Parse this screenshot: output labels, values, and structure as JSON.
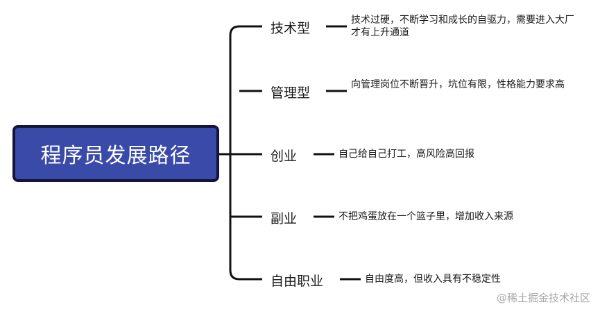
{
  "root": {
    "label": "程序员发展路径"
  },
  "branches": [
    {
      "label": "技术型",
      "note": "技术过硬，不断学习和成长的自驱力，需要进入大厂才有上升通道"
    },
    {
      "label": "管理型",
      "note": "向管理岗位不断晋升，坑位有限，性格能力要求高"
    },
    {
      "label": "创业",
      "note": "自己给自己打工，高风险高回报"
    },
    {
      "label": "副业",
      "note": "不把鸡蛋放在一个篮子里，增加收入来源"
    },
    {
      "label": "自由职业",
      "note": "自由度高，但收入具有不稳定性"
    }
  ],
  "watermark": "@稀土掘金技术社区",
  "colors": {
    "root_fill": "#3a4aa8",
    "root_border": "#15153a",
    "line": "#111111"
  }
}
